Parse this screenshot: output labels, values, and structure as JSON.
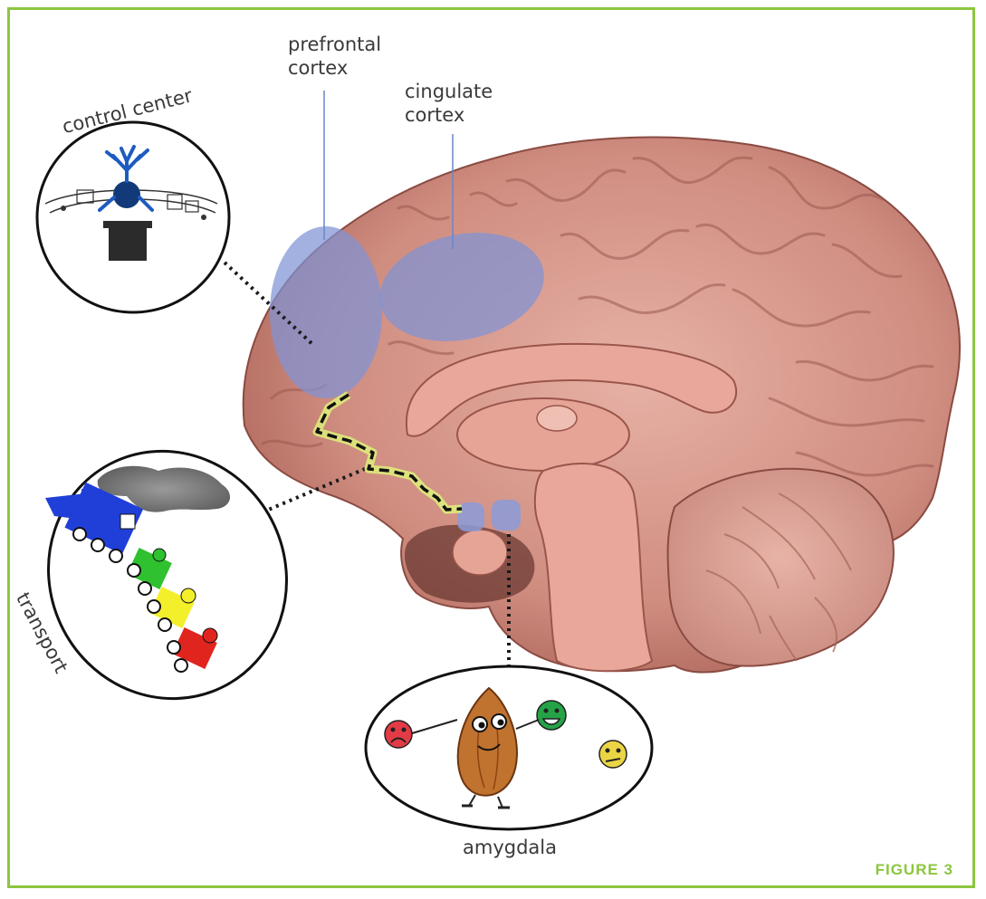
{
  "labels": {
    "prefrontal": [
      "prefrontal",
      "cortex"
    ],
    "cingulate": [
      "cingulate",
      "cortex"
    ],
    "control_center": "control center",
    "transport": "transport",
    "amygdala": "amygdala"
  },
  "figure_label": "FIGURE 3",
  "colors": {
    "frame": "#8cc63f",
    "brain": "#d99b8f",
    "highlight": "#7f93d6",
    "train_engine": "#1f3fd8",
    "train_green": "#2fc12f",
    "train_yellow": "#f3ef2a",
    "train_red": "#e0251e"
  }
}
